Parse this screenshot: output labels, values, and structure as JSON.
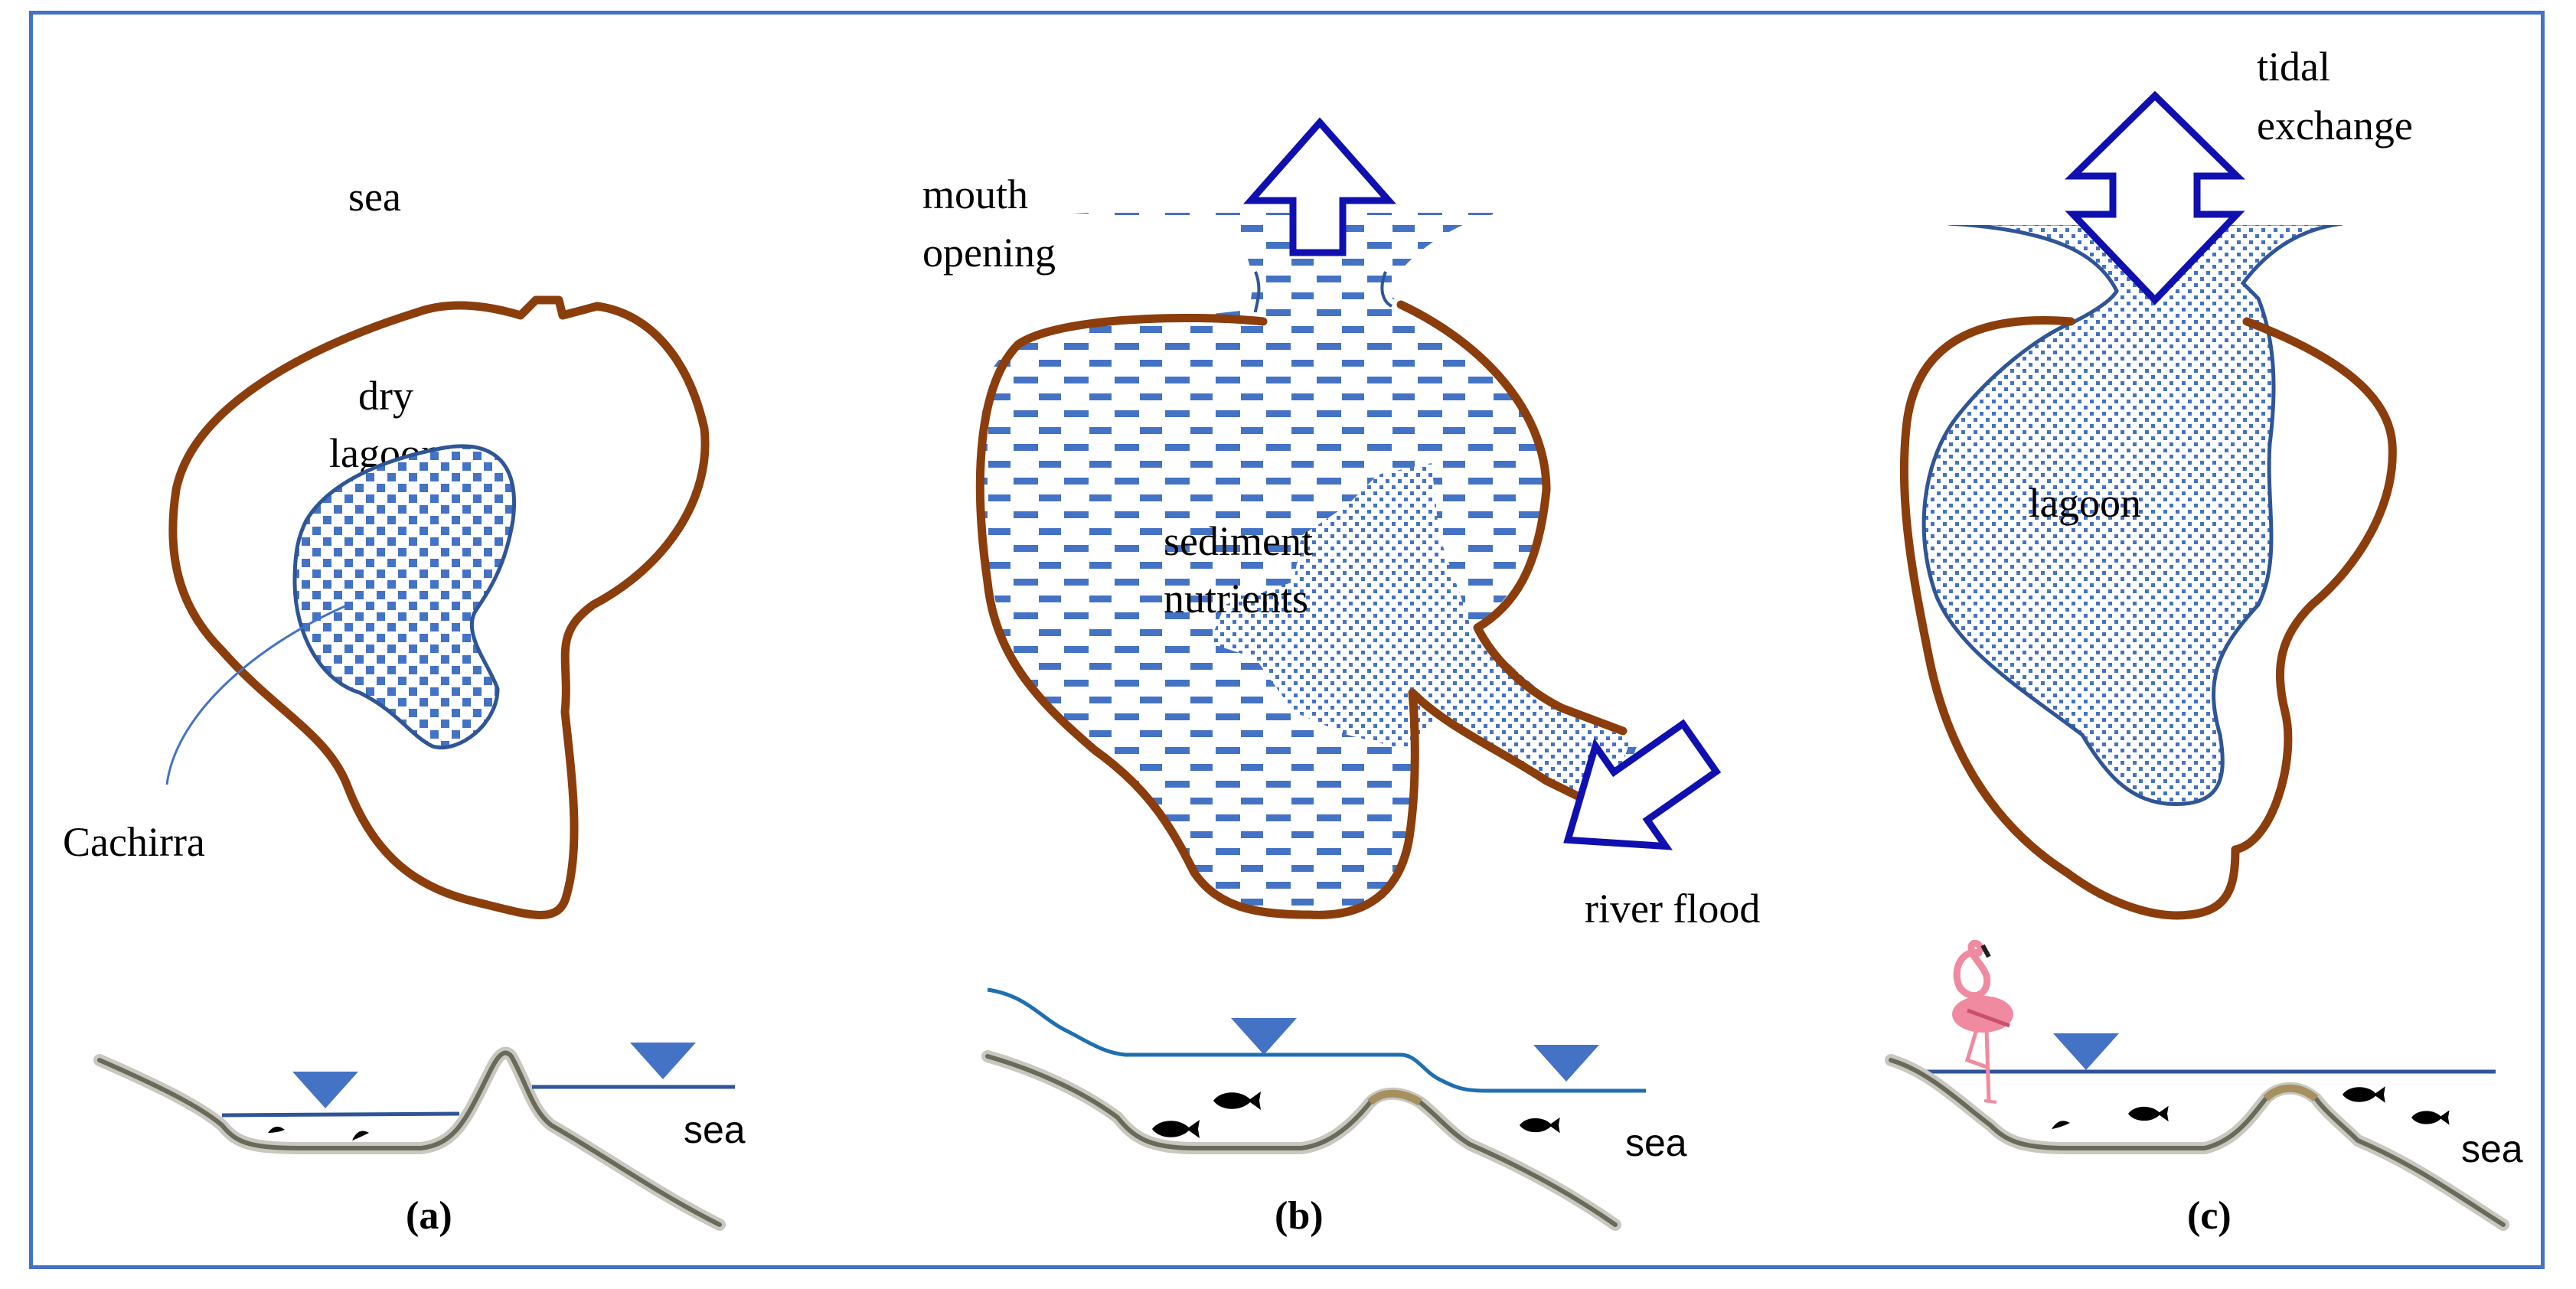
{
  "panel_a": {
    "sea_label": "sea",
    "lagoon_label_line1": "dry",
    "lagoon_label_line2": "lagoon",
    "pointer_label": "Cachirra",
    "section_sea_label": "sea",
    "caption": "(a)"
  },
  "panel_b": {
    "mouth_label_line1": "mouth",
    "mouth_label_line2": "opening",
    "sediment_label_line1": "sediment",
    "sediment_label_line2": "nutrients",
    "river_label": "river flood",
    "section_sea_label": "sea",
    "caption": "(b)"
  },
  "panel_c": {
    "tidal_label_line1": "tidal",
    "tidal_label_line2": "exchange",
    "lagoon_label": "lagoon",
    "section_sea_label": "sea",
    "caption": "(c)"
  },
  "colors": {
    "frame": "#4472c4",
    "shoreline": "#8b3d0c",
    "water": "#4472c4",
    "arrow": "#1010b0",
    "flamingo": "#f08aa0"
  },
  "icons": [
    "water-level-triangle-icon",
    "fish-icon",
    "flamingo-icon",
    "double-arrow-icon"
  ]
}
